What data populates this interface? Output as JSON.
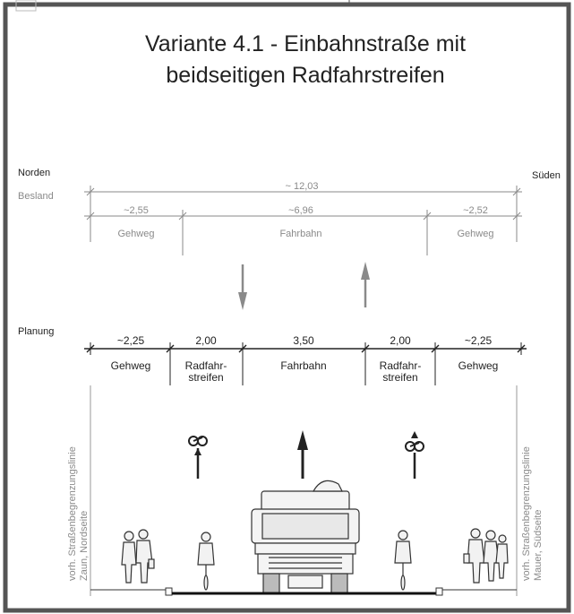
{
  "title": {
    "line1": "Variante 4.1  -  Einbahnstraße mit",
    "line2": "beidseitigen Radfahrstreifen"
  },
  "sides": {
    "north": "Norden",
    "south": "Süden"
  },
  "bestand": {
    "label": "Besland",
    "total": "~ 12,03",
    "segments": [
      {
        "width": "~2,55",
        "name": "Gehweg"
      },
      {
        "width": "~6,96",
        "name": "Fahrbahn"
      },
      {
        "width": "~2,52",
        "name": "Gehweg"
      }
    ]
  },
  "planung": {
    "label": "Planung",
    "segments": [
      {
        "width": "~2,25",
        "name1": "Gehweg",
        "name2": ""
      },
      {
        "width": "2,00",
        "name1": "Radfahr-",
        "name2": "streifen"
      },
      {
        "width": "3,50",
        "name1": "Fahrbahn",
        "name2": ""
      },
      {
        "width": "2,00",
        "name1": "Radfahr-",
        "name2": "streifen"
      },
      {
        "width": "~2,25",
        "name1": "Gehweg",
        "name2": ""
      }
    ]
  },
  "boundaries": {
    "left1": "vorh. Straßenbegrenzungslinie",
    "left2": "Zaun, Nordseite",
    "right1": "vorh. Straßenbegrenzungslinie",
    "right2": "Mauer, Südseite"
  },
  "colors": {
    "line": "#222222",
    "grey": "#8a8a8a",
    "frame": "#555555"
  }
}
